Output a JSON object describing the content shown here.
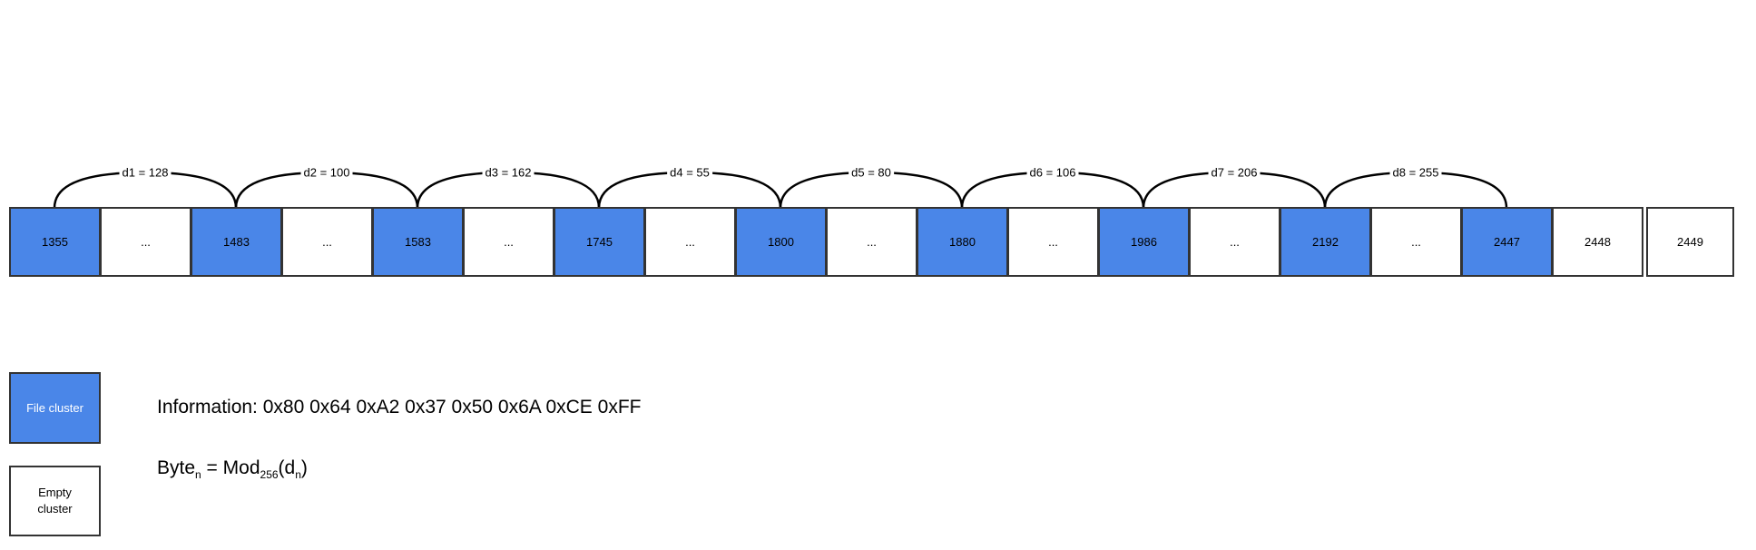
{
  "colors": {
    "file_cluster_fill": "#4a86e8",
    "file_cluster_text": "#ffffff",
    "cell_border": "#333333",
    "arc_stroke": "#000000",
    "cell_text": "#000000"
  },
  "cluster_row": {
    "cells": [
      {
        "label": "1355",
        "type": "file"
      },
      {
        "label": "...",
        "type": "empty"
      },
      {
        "label": "1483",
        "type": "file"
      },
      {
        "label": "...",
        "type": "empty"
      },
      {
        "label": "1583",
        "type": "file"
      },
      {
        "label": "...",
        "type": "empty"
      },
      {
        "label": "1745",
        "type": "file"
      },
      {
        "label": "...",
        "type": "empty"
      },
      {
        "label": "1800",
        "type": "file"
      },
      {
        "label": "...",
        "type": "empty"
      },
      {
        "label": "1880",
        "type": "file"
      },
      {
        "label": "...",
        "type": "empty"
      },
      {
        "label": "1986",
        "type": "file"
      },
      {
        "label": "...",
        "type": "empty"
      },
      {
        "label": "2192",
        "type": "file"
      },
      {
        "label": "...",
        "type": "empty"
      },
      {
        "label": "2447",
        "type": "file"
      },
      {
        "label": "2448",
        "type": "empty"
      },
      {
        "label": "2449",
        "type": "empty"
      }
    ],
    "arcs": [
      {
        "from_cell": 0,
        "to_cell": 2,
        "label": "d1 = 128"
      },
      {
        "from_cell": 2,
        "to_cell": 4,
        "label": "d2 = 100"
      },
      {
        "from_cell": 4,
        "to_cell": 6,
        "label": "d3 = 162"
      },
      {
        "from_cell": 6,
        "to_cell": 8,
        "label": "d4 = 55"
      },
      {
        "from_cell": 8,
        "to_cell": 10,
        "label": "d5 = 80"
      },
      {
        "from_cell": 10,
        "to_cell": 12,
        "label": "d6 = 106"
      },
      {
        "from_cell": 12,
        "to_cell": 14,
        "label": "d7 = 206"
      },
      {
        "from_cell": 14,
        "to_cell": 16,
        "label": "d8 = 255"
      }
    ]
  },
  "legend": {
    "file_cluster_label": "File cluster",
    "empty_cluster_label_lines": [
      "Empty",
      "cluster"
    ]
  },
  "info_line": "Information: 0x80 0x64 0xA2 0x37 0x50 0x6A 0xCE 0xFF",
  "formula": {
    "parts": [
      {
        "text": "Byte"
      },
      {
        "sub": "n"
      },
      {
        "text": " = Mod"
      },
      {
        "sub": "256"
      },
      {
        "text": "(d"
      },
      {
        "sub": "n"
      },
      {
        "text": ")"
      }
    ]
  }
}
